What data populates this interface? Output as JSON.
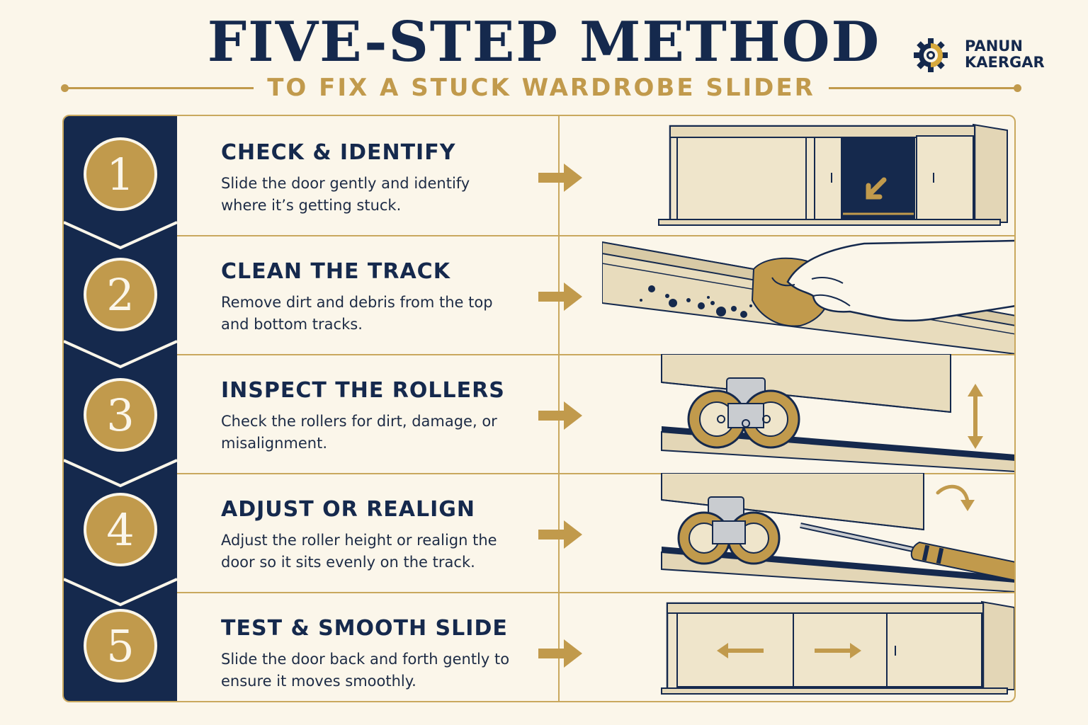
{
  "header": {
    "title": "FIVE-STEP METHOD",
    "subtitle": "TO FIX A STUCK WARDROBE SLIDER"
  },
  "brand": {
    "line1": "PANUN",
    "line2": "KAERGAR",
    "icon": "gear-icon"
  },
  "colors": {
    "navy": "#15294d",
    "gold": "#c19a4c",
    "background": "#fbf6ea",
    "panel": "#ede2c6"
  },
  "steps": [
    {
      "number": "1",
      "title": "CHECK & IDENTIFY",
      "description": "Slide the door gently and identify where it’s getting stuck."
    },
    {
      "number": "2",
      "title": "CLEAN THE TRACK",
      "description": "Remove dirt and debris from the top and bottom tracks."
    },
    {
      "number": "3",
      "title": "INSPECT THE ROLLERS",
      "description": "Check the rollers for dirt, damage, or misalignment."
    },
    {
      "number": "4",
      "title": "ADJUST OR REALIGN",
      "description": "Adjust the roller height or realign the door so it sits evenly on the track."
    },
    {
      "number": "5",
      "title": "TEST & SMOOTH SLIDE",
      "description": "Slide the door back and forth gently to ensure it moves smoothly."
    }
  ]
}
